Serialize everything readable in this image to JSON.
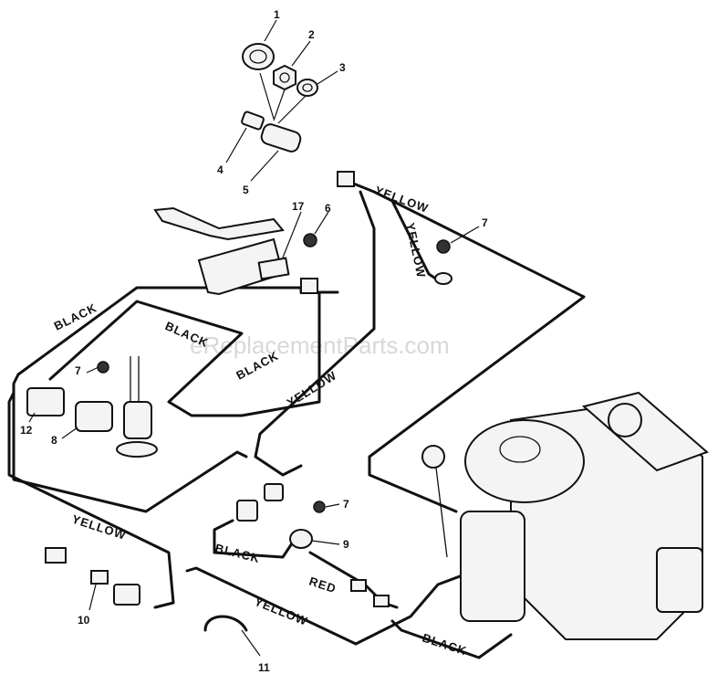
{
  "watermark": "eReplacementParts.com",
  "wire_labels": {
    "yellow_top": "YELLOW",
    "yellow_drop": "YELLOW",
    "black_outer": "BLACK",
    "black_inner": "BLACK",
    "black_mid": "BLACK",
    "yellow_mid": "YELLOW",
    "yellow_left": "YELLOW",
    "black_low": "BLACK",
    "red": "RED",
    "yellow_bottom": "YELLOW",
    "black_bottom": "BLACK"
  },
  "callouts": {
    "c1": "1",
    "c2": "2",
    "c3": "3",
    "c4": "4",
    "c5": "5",
    "c6": "6",
    "c7a": "7",
    "c7b": "7",
    "c7c": "7",
    "c8": "8",
    "c9": "9",
    "c10": "10",
    "c11": "11",
    "c12": "12",
    "c17": "17"
  }
}
